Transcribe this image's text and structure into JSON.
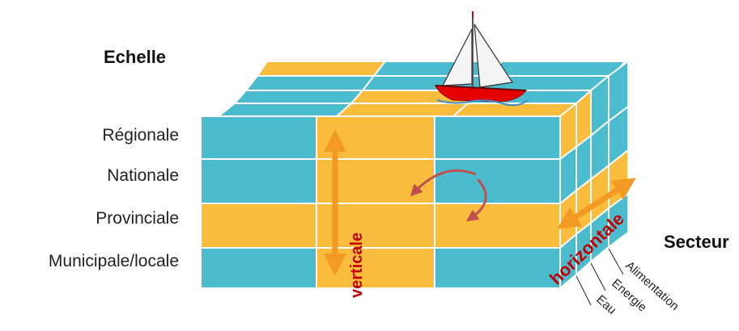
{
  "diagram": {
    "scale_title": "Echelle",
    "scale_levels": [
      "Régionale",
      "Nationale",
      "Provinciale",
      "Municipale/locale"
    ],
    "sector_title": "Secteur",
    "sectors": [
      "Alimentation",
      "Energie",
      "Eau"
    ],
    "vertical_label": "verticale",
    "horizontal_label": "horizontale"
  },
  "colors": {
    "teal": "#4BBCCD",
    "orange": "#F9BC3D",
    "arrow_orange": "#F39A24",
    "rotation_arrow": "#C0504D",
    "label_red": "#C00000"
  }
}
